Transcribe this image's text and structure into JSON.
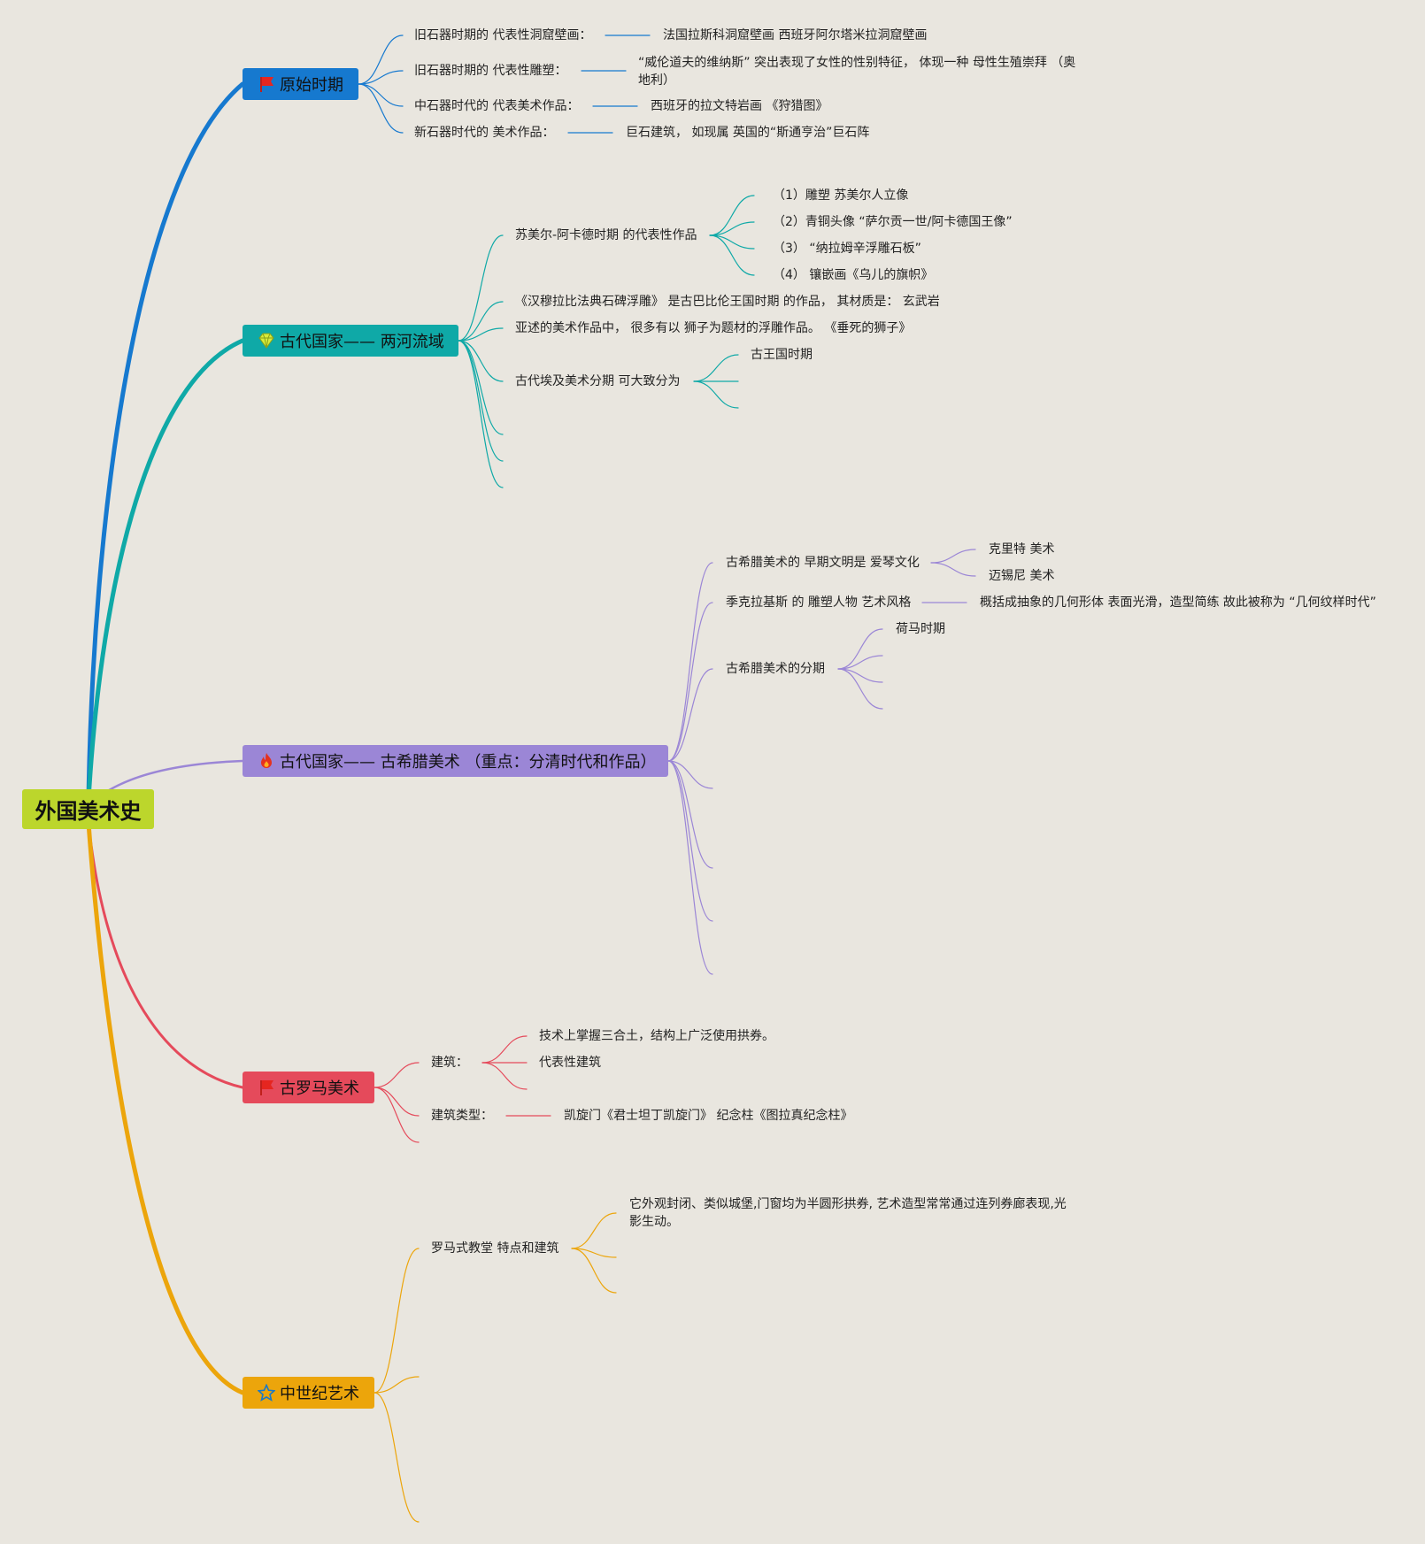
{
  "root": "外国美术史",
  "branches": [
    {
      "label": "原始时期",
      "icon": "red-flag-icon",
      "color": "#1679cf"
    },
    {
      "label": "古代国家—— 两河流域",
      "icon": "gem-icon",
      "color": "#0fa9a7"
    },
    {
      "label": "古代国家—— 古希腊美术 （重点：分清时代和作品）",
      "icon": "fire-icon",
      "color": "#9b86d6"
    },
    {
      "label": "古罗马美术",
      "icon": "red-flag-icon",
      "color": "#e54a5b"
    },
    {
      "label": "中世纪艺术",
      "icon": "star-outline-icon",
      "color": "#eca50b"
    }
  ],
  "primitive": {
    "items": [
      {
        "label": "旧石器时期的 代表性洞窟壁画：",
        "detail": "法国拉斯科洞窟壁画 西班牙阿尔塔米拉洞窟壁画"
      },
      {
        "label": "旧石器时期的 代表性雕塑：",
        "detail": "“威伦道夫的维纳斯” 突出表现了女性的性别特征， 体现一种 母性生殖崇拜 （奥地利）"
      },
      {
        "label": "中石器时代的 代表美术作品：",
        "detail": "西班牙的拉文特岩画 《狩猎图》"
      },
      {
        "label": "新石器时代的 美术作品：",
        "detail": "巨石建筑， 如现属 英国的“斯通亨治”巨石阵"
      }
    ]
  },
  "mesopotamia": {
    "sumer_label": "苏美尔-阿卡德时期 的代表性作品",
    "sumer_items": [
      "（1）雕塑 苏美尔人立像",
      "（2）青铜头像 “萨尔贡一世/阿卡德国王像”",
      "（3） “纳拉姆辛浮雕石板”",
      "（4） 镶嵌画《乌儿的旗帜》"
    ],
    "hammurabi": "《汉穆拉比法典石碑浮雕》 是古巴比伦王国时期 的作品， 其材质是： 玄武岩",
    "assyria": "亚述的美术作品中， 很多有以 狮子为题材的浮雕作品。 《垂死的狮子》",
    "egypt_label": "古代埃及美术分期 可大致分为",
    "egypt_items": [
      "古王国时期"
    ]
  },
  "greece": {
    "aegean_label": "古希腊美术的 早期文明是 爱琴文化",
    "aegean_items": [
      "克里特 美术",
      "迈锡尼 美术"
    ],
    "cycladic_label": "季克拉基斯 的 雕塑人物 艺术风格",
    "cycladic_detail": "概括成抽象的几何形体 表面光滑，造型简练 故此被称为 “几何纹样时代”",
    "periods_label": "古希腊美术的分期",
    "periods_items": [
      "荷马时期"
    ]
  },
  "rome": {
    "arch_label": "建筑：",
    "arch_items": [
      "技术上掌握三合土，结构上广泛使用拱券。",
      "代表性建筑"
    ],
    "types_label": "建筑类型：",
    "types_detail": "凯旋门《君士坦丁凯旋门》 纪念柱《图拉真纪念柱》"
  },
  "medieval": {
    "romanesque_label": "罗马式教堂 特点和建筑",
    "romanesque_detail": "它外观封闭、类似城堡,门窗均为半圆形拱券, 艺术造型常常通过连列券廊表现,光影生动。"
  }
}
